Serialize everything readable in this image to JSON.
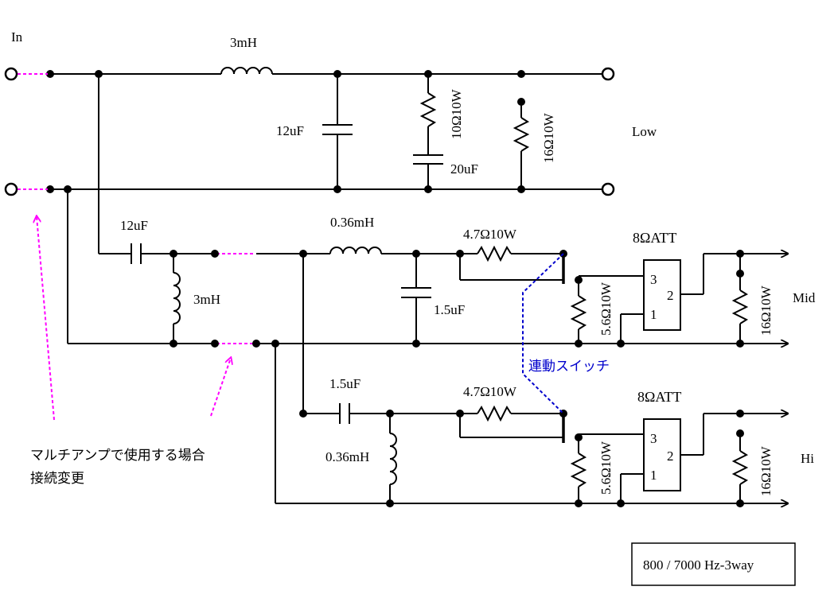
{
  "labels": {
    "in": "In",
    "low": "Low",
    "mid": "Mid",
    "hi": "Hi",
    "low_inductor": "3mH",
    "low_cap": "12uF",
    "low_res_series": "10Ω10W",
    "low_cap_series": "20uF",
    "low_res_shunt": "16Ω10W",
    "mid_cap1": "12uF",
    "mid_ind_shunt": "3mH",
    "mid_inductor": "0.36mH",
    "mid_cap_shunt": "1.5uF",
    "mid_res_series": "4.7Ω10W",
    "mid_res_shunt": "5.6Ω10W",
    "mid_att": "8ΩATT",
    "mid_load": "16Ω10W",
    "hi_cap": "1.5uF",
    "hi_inductor": "0.36mH",
    "hi_res_series": "4.7Ω10W",
    "hi_res_shunt": "5.6Ω10W",
    "hi_att": "8ΩATT",
    "hi_load": "16Ω10W",
    "att_pin3": "3",
    "att_pin2": "2",
    "att_pin1": "1",
    "linked_switch": "連動スイッチ",
    "note_line1": "マルチアンプで使用する場合",
    "note_line2": "接続変更",
    "spec": "800 / 7000 Hz-3way"
  },
  "colors": {
    "wire": "#000000",
    "multiamp_dash": "#ff00ff",
    "switch_link": "#0000cc"
  }
}
